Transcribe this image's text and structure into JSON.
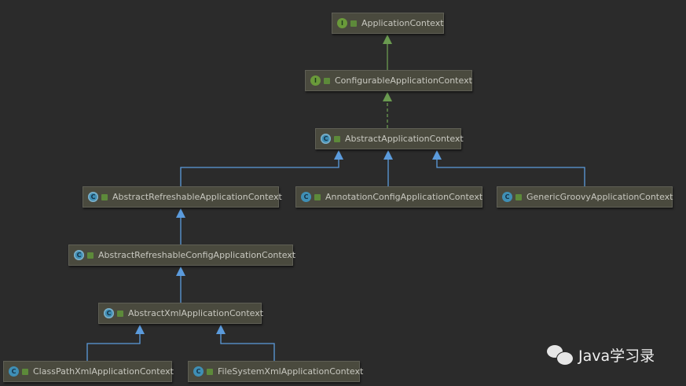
{
  "nodes": [
    {
      "name": "ApplicationContext",
      "kind": "I"
    },
    {
      "name": "ConfigurableApplicationContext",
      "kind": "I"
    },
    {
      "name": "AbstractApplicationContext",
      "kind": "C"
    },
    {
      "name": "AbstractRefreshableApplicationContext",
      "kind": "C"
    },
    {
      "name": "AnnotationConfigApplicationContext",
      "kind": "C"
    },
    {
      "name": "GenericGroovyApplicationContext",
      "kind": "C"
    },
    {
      "name": "AbstractRefreshableConfigApplicationContext",
      "kind": "C"
    },
    {
      "name": "AbstractXmlApplicationContext",
      "kind": "C"
    },
    {
      "name": "ClassPathXmlApplicationContext",
      "kind": "C"
    },
    {
      "name": "FileSystemXmlApplicationContext",
      "kind": "C"
    }
  ],
  "colors": {
    "interface_edge": "#6a9a50",
    "class_edge": "#5b9bdc",
    "background": "#2b2b2b"
  },
  "watermark": {
    "text": "Java学习录",
    "icon": "wechat-icon"
  }
}
